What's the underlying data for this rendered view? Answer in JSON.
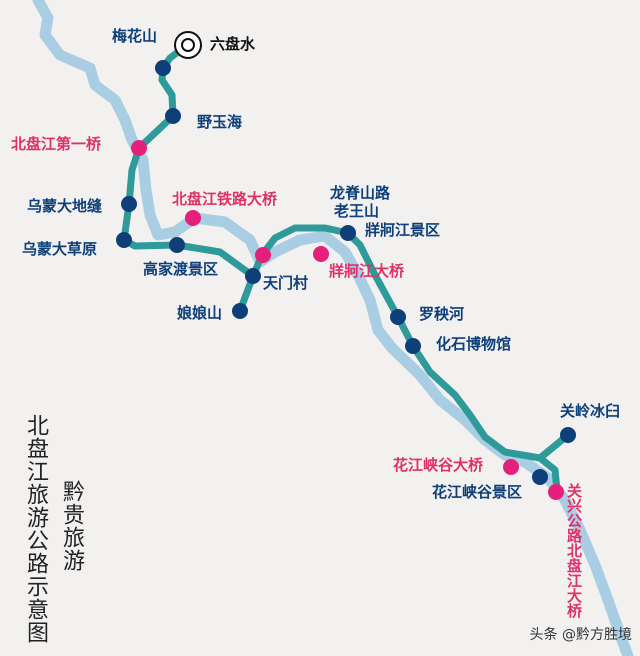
{
  "origin": {
    "label": "六盘水",
    "icon": "city-circle-icon"
  },
  "stops": [
    {
      "label": "梅花山",
      "type": "scenic"
    },
    {
      "label": "野玉海",
      "type": "scenic"
    },
    {
      "label": "北盘江第一桥",
      "type": "bridge"
    },
    {
      "label": "乌蒙大地缝",
      "type": "scenic"
    },
    {
      "label": "北盘江铁路大桥",
      "type": "bridge"
    },
    {
      "label": "乌蒙大草原",
      "type": "scenic"
    },
    {
      "label": "高家渡景区",
      "type": "scenic"
    },
    {
      "label": "天门村",
      "type": "scenic"
    },
    {
      "label": "娘娘山",
      "type": "scenic"
    },
    {
      "label": "龙脊山路",
      "type": "scenic"
    },
    {
      "label": "老王山",
      "type": "scenic"
    },
    {
      "label": "牂牁江景区",
      "type": "scenic"
    },
    {
      "label": "牂牁江大桥",
      "type": "bridge"
    },
    {
      "label": "罗秧河",
      "type": "scenic"
    },
    {
      "label": "化石博物馆",
      "type": "scenic"
    },
    {
      "label": "关岭冰臼",
      "type": "scenic"
    },
    {
      "label": "花江峡谷大桥",
      "type": "bridge"
    },
    {
      "label": "花江峡谷景区",
      "type": "scenic"
    },
    {
      "label": "关兴公路北盘江大桥",
      "type": "bridge"
    }
  ],
  "title": "北盘江旅游公路示意图",
  "subtitle": "黔贵旅游",
  "watermark": "头条 @黔方胜境",
  "colors": {
    "road": "#2e9a99",
    "river": "#a9cde3",
    "scenic_dot": "#0e3f78",
    "bridge_dot": "#e5207a",
    "background": "#f2f1f0"
  }
}
